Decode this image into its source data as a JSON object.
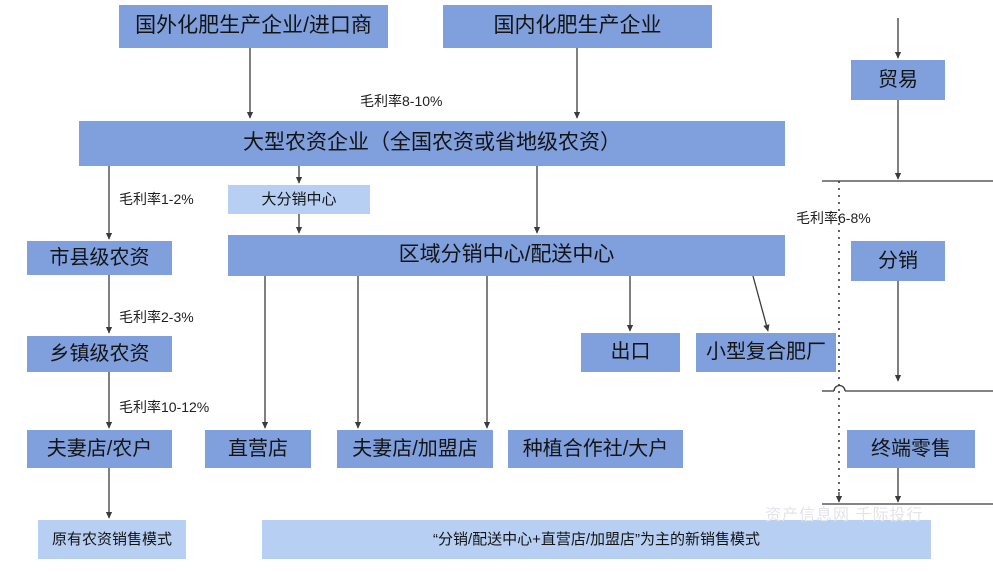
{
  "diagram": {
    "title_nodes": {
      "foreign_producer": "国外化肥生产企业/进口商",
      "domestic_producer": "国内化肥生产企业",
      "large_agri_enterprise": "大型农资企业（全国农资或省地级农资）",
      "big_distribution_center": "大分销中心",
      "regional_distribution": "区域分销中心/配送中心",
      "city_county": "市县级农资",
      "township": "乡镇级农资",
      "couple_store_farmer": "夫妻店/农户",
      "direct_store": "直营店",
      "couple_store_franchise": "夫妻店/加盟店",
      "planting_coop": "种植合作社/大户",
      "export": "出口",
      "small_compound_fert": "小型复合肥厂",
      "trade": "贸易",
      "distribution": "分销",
      "terminal_retail": "终端零售",
      "old_model_banner": "原有农资销售模式",
      "new_model_banner": "“分销/配送中心+直营店/加盟店”为主的新销售模式"
    },
    "edge_labels": {
      "margin_8_10": "毛利率8-10%",
      "margin_1_2": "毛利率1-2%",
      "margin_2_3": "毛利率2-3%",
      "margin_10_12": "毛利率10-12%",
      "margin_6_8": "毛利率6-8%"
    },
    "watermark": "资产信息网 千际投行",
    "colors": {
      "node_fill_dark": "#7f9fdd",
      "node_fill_light": "#b7cff2",
      "edge_stroke": "#3b3b3b",
      "text": "#141414",
      "watermark": "#e2e4ea"
    }
  }
}
